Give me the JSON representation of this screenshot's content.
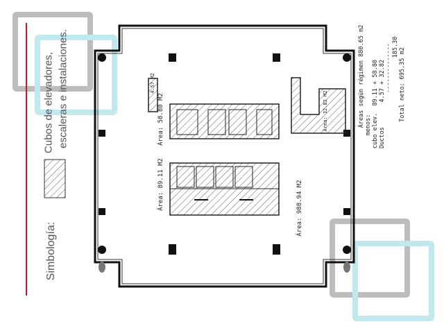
{
  "legend": {
    "title": "Simbología:",
    "line1": "Cubos de elevadores,",
    "line2": "escaleras e instalaciones."
  },
  "plan": {
    "area_core_upper": "Área: 58.80 M2",
    "area_core_lower": "Área: 89.11 M2",
    "area_duct_left": "4.57 M2",
    "area_duct_right": "Área: 32.82 M2",
    "area_total": "Área: 988.94 M2"
  },
  "summary": {
    "line1": "Áreas según régimen 880.65 m2",
    "line2": "menos:",
    "line3": "cubo elev.  89.11 + 58.80",
    "line4": "Ductos       4.57 + 32.82",
    "line5": "--------------",
    "line6": "185.30",
    "line7": "Total neto: 695.35 m2"
  },
  "colors": {
    "accent_red": "#c0182b",
    "deco_gray": "#bdbdbd",
    "deco_cyan": "#bfe9ec"
  }
}
